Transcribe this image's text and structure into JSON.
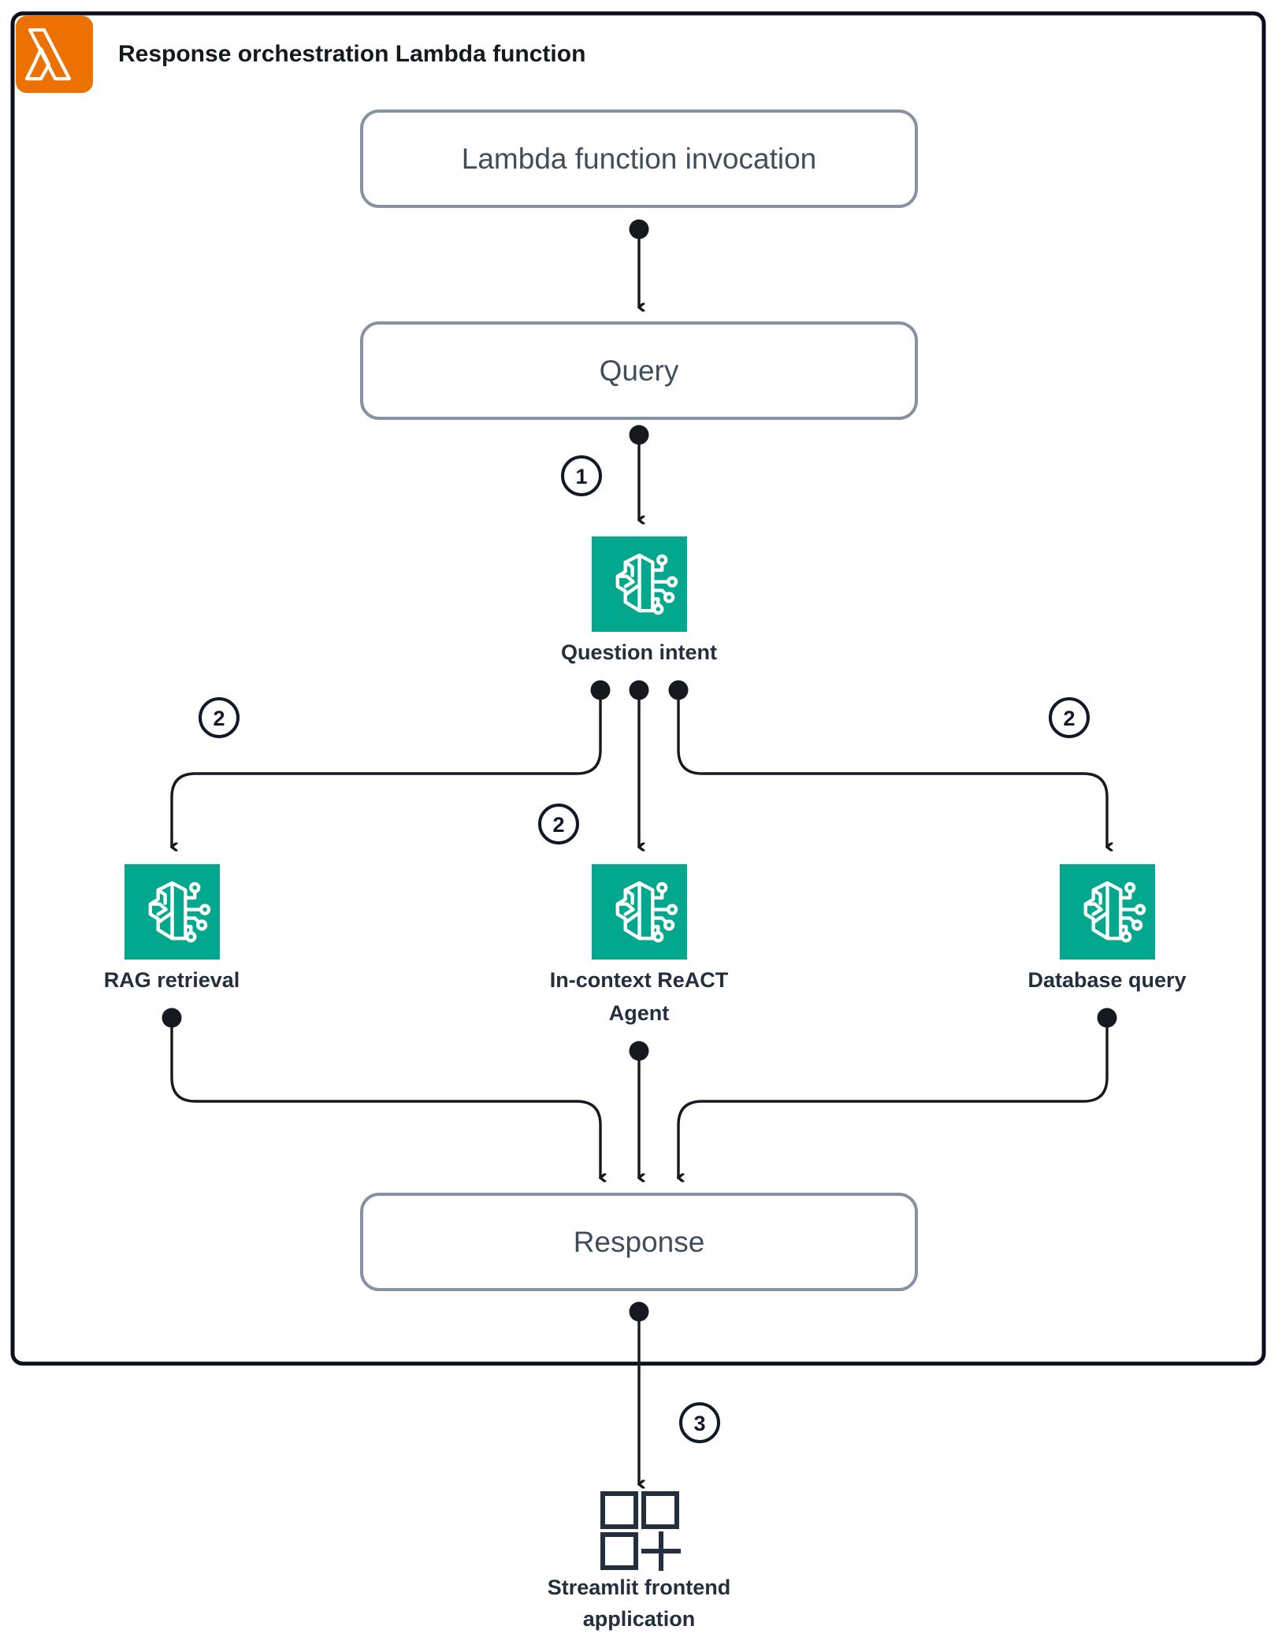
{
  "container": {
    "title": "Response orchestration Lambda function",
    "icon": "aws-lambda-icon",
    "icon_color": "#ED7100",
    "border_color": "#0A0E1E"
  },
  "palette": {
    "box_border": "#8592A3",
    "box_text": "#3F4D5C",
    "node_teal": "#01A88D",
    "label_text": "#232F3E",
    "connector": "#16191F",
    "badge_stroke": "#111827"
  },
  "boxes": [
    {
      "id": "lambda-invocation",
      "label": "Lambda function invocation"
    },
    {
      "id": "query",
      "label": "Query"
    },
    {
      "id": "response",
      "label": "Response"
    }
  ],
  "nodes": [
    {
      "id": "question-intent",
      "label": "Question intent",
      "icon": "ai-brain-circuit-icon"
    },
    {
      "id": "rag-retrieval",
      "label": "RAG retrieval",
      "icon": "ai-brain-circuit-icon"
    },
    {
      "id": "in-context-react-agent",
      "label_line1": "In-context ReACT",
      "label_line2": "Agent",
      "icon": "ai-brain-circuit-icon"
    },
    {
      "id": "database-query",
      "label": "Database query",
      "icon": "ai-brain-circuit-icon"
    }
  ],
  "frontend": {
    "id": "streamlit-frontend",
    "label_line1": "Streamlit frontend",
    "label_line2": "application",
    "icon": "streamlit-grid-icon"
  },
  "step_badges": [
    {
      "id": "step-1",
      "number": "1"
    },
    {
      "id": "step-2-left",
      "number": "2"
    },
    {
      "id": "step-2-center",
      "number": "2"
    },
    {
      "id": "step-2-right",
      "number": "2"
    },
    {
      "id": "step-3",
      "number": "3"
    }
  ]
}
